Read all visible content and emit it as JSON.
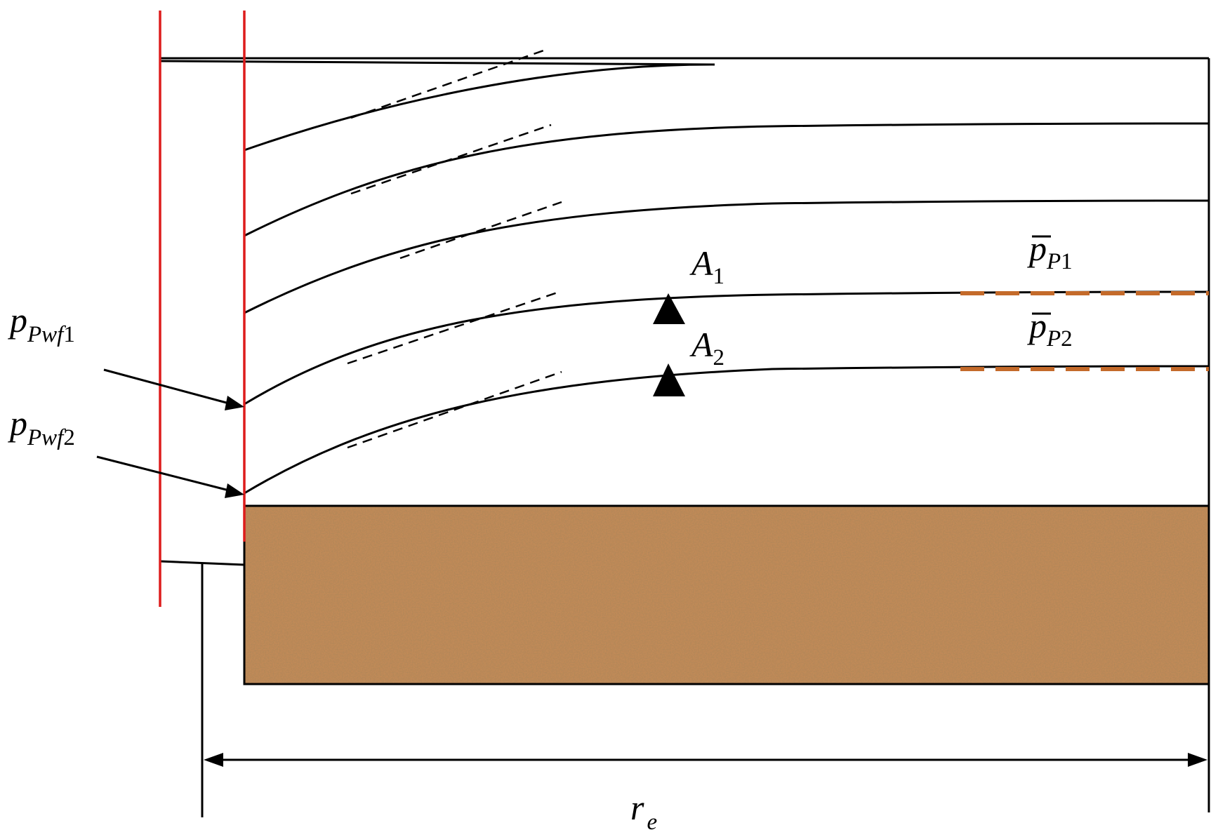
{
  "labels": {
    "pwf1": {
      "main": "p",
      "sub": "Pwf",
      "num": "1"
    },
    "pwf2": {
      "main": "p",
      "sub": "Pwf",
      "num": "2"
    },
    "a1": {
      "main": "A",
      "sub": "1"
    },
    "a2": {
      "main": "A",
      "sub": "2"
    },
    "pp1": {
      "main": "p",
      "sub": "P",
      "num": "1"
    },
    "pp2": {
      "main": "p",
      "sub": "P",
      "num": "2"
    },
    "re": {
      "main": "r",
      "sub": "e"
    }
  },
  "colors": {
    "wellbore": "#dd1c1c",
    "average_pressure": "#c46a2a",
    "formation_fill": "#c08a58",
    "line": "#000000"
  }
}
